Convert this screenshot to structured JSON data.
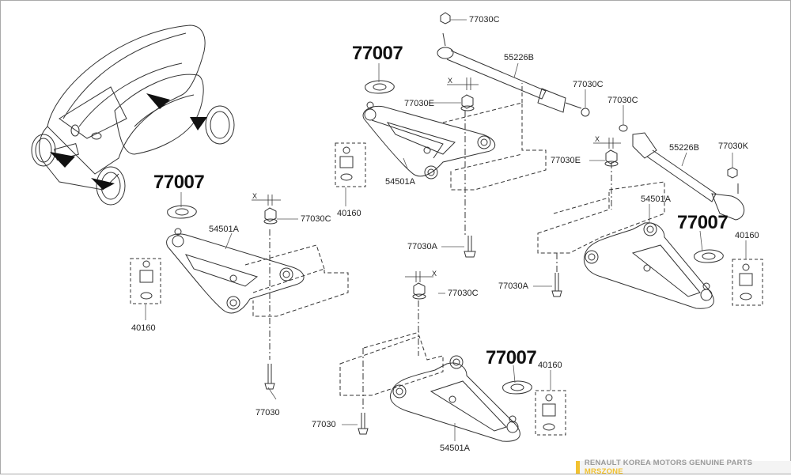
{
  "footer": {
    "text": "RENAULT KOREA MOTORS GENUINE PARTS",
    "brand": "MRSZONE",
    "accent_color": "#f2c230"
  },
  "diagram": {
    "vehicle_illustration": "Renault Twizy isometric line drawing with four arrows pointing to wheel corners",
    "callouts": {
      "ref_77007": "77007",
      "nut_77030C": "77030C",
      "nut_77030E": "77030E",
      "nut_77030K": "77030K",
      "bolt_77030A": "77030A",
      "bolt_77030": "77030",
      "tie_rod_55226B": "55226B",
      "arm_54501A": "54501A",
      "ball_joint_40160": "40160",
      "dimension_x": "X"
    }
  }
}
